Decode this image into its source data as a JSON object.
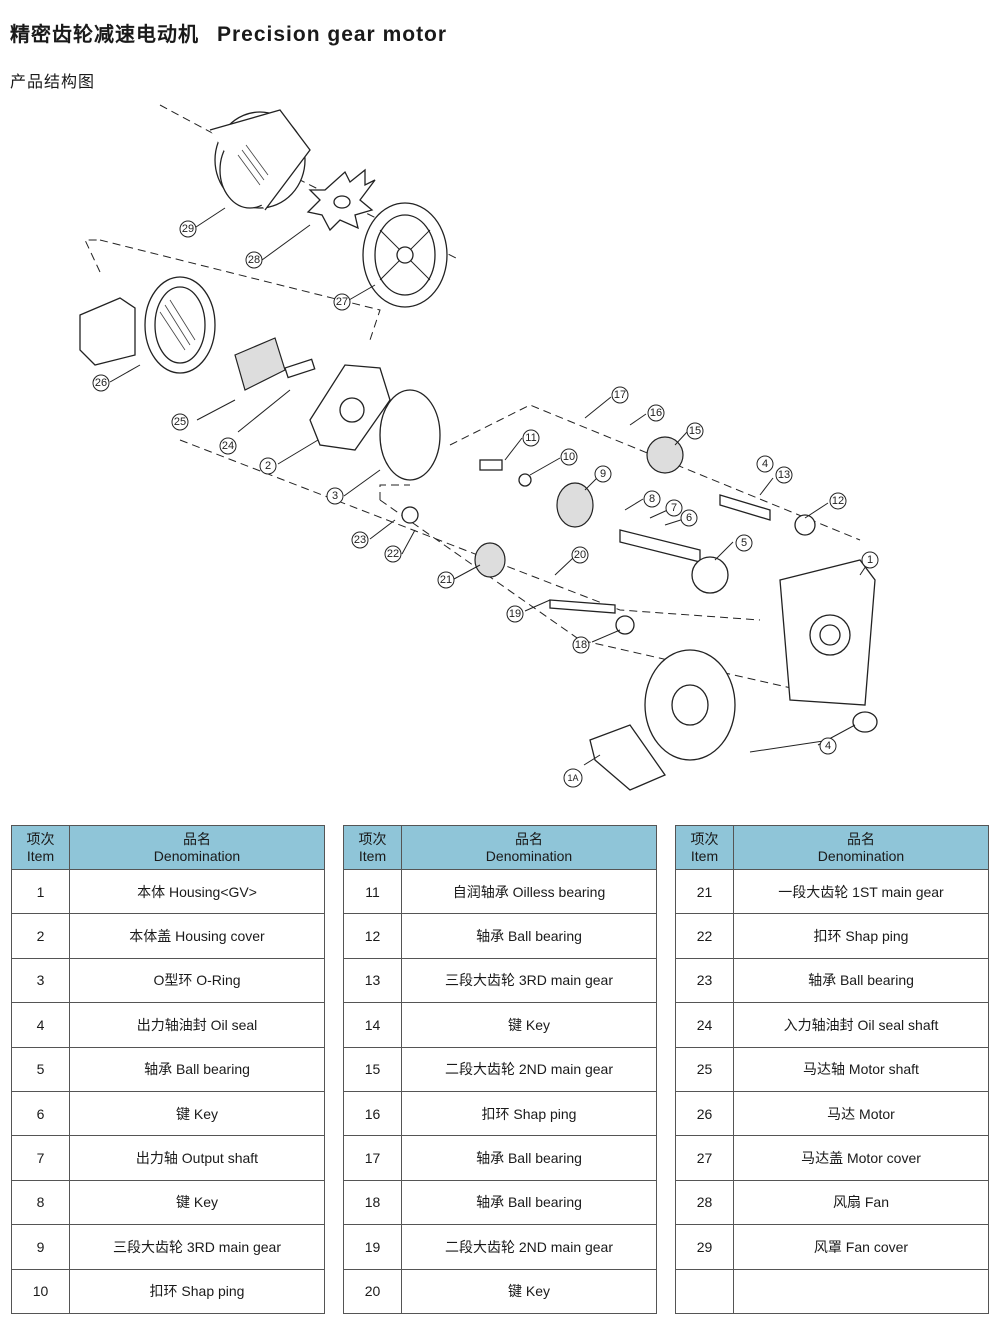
{
  "header": {
    "title_cn": "精密齿轮减速电动机",
    "title_en": "Precision gear motor",
    "subtitle": "产品结构图"
  },
  "diagram": {
    "callouts": [
      "1",
      "1A",
      "2",
      "3",
      "4",
      "4",
      "5",
      "6",
      "7",
      "8",
      "9",
      "10",
      "11",
      "12",
      "13",
      "15",
      "16",
      "17",
      "18",
      "19",
      "20",
      "21",
      "22",
      "23",
      "24",
      "25",
      "26",
      "27",
      "28",
      "29"
    ]
  },
  "table_header": {
    "item_cn": "项次",
    "item_en": "Item",
    "name_cn": "品名",
    "name_en": "Denomination"
  },
  "tables": [
    {
      "rows": [
        {
          "item": "1",
          "name": "本体 Housing<GV>"
        },
        {
          "item": "2",
          "name": "本体盖 Housing cover"
        },
        {
          "item": "3",
          "name": "O型环 O-Ring"
        },
        {
          "item": "4",
          "name": "出力轴油封 Oil seal"
        },
        {
          "item": "5",
          "name": "轴承 Ball bearing"
        },
        {
          "item": "6",
          "name": "键 Key"
        },
        {
          "item": "7",
          "name": "出力轴 Output shaft"
        },
        {
          "item": "8",
          "name": "键 Key"
        },
        {
          "item": "9",
          "name": "三段大齿轮 3RD main gear"
        },
        {
          "item": "10",
          "name": "扣环 Shap ping"
        }
      ]
    },
    {
      "rows": [
        {
          "item": "11",
          "name": "自润轴承 Oilless bearing"
        },
        {
          "item": "12",
          "name": "轴承 Ball bearing"
        },
        {
          "item": "13",
          "name": "三段大齿轮 3RD main gear"
        },
        {
          "item": "14",
          "name": "键 Key"
        },
        {
          "item": "15",
          "name": "二段大齿轮 2ND main gear"
        },
        {
          "item": "16",
          "name": "扣环 Shap ping"
        },
        {
          "item": "17",
          "name": "轴承 Ball bearing"
        },
        {
          "item": "18",
          "name": "轴承 Ball bearing"
        },
        {
          "item": "19",
          "name": "二段大齿轮 2ND main gear"
        },
        {
          "item": "20",
          "name": "键 Key"
        }
      ]
    },
    {
      "rows": [
        {
          "item": "21",
          "name": "一段大齿轮 1ST main gear"
        },
        {
          "item": "22",
          "name": "扣环 Shap ping"
        },
        {
          "item": "23",
          "name": "轴承 Ball bearing"
        },
        {
          "item": "24",
          "name": "入力轴油封 Oil seal shaft"
        },
        {
          "item": "25",
          "name": "马达轴 Motor shaft"
        },
        {
          "item": "26",
          "name": "马达 Motor"
        },
        {
          "item": "27",
          "name": "马达盖  Motor cover"
        },
        {
          "item": "28",
          "name": "风扇 Fan"
        },
        {
          "item": "29",
          "name": "风罩  Fan cover"
        },
        {
          "item": "",
          "name": ""
        }
      ]
    }
  ]
}
